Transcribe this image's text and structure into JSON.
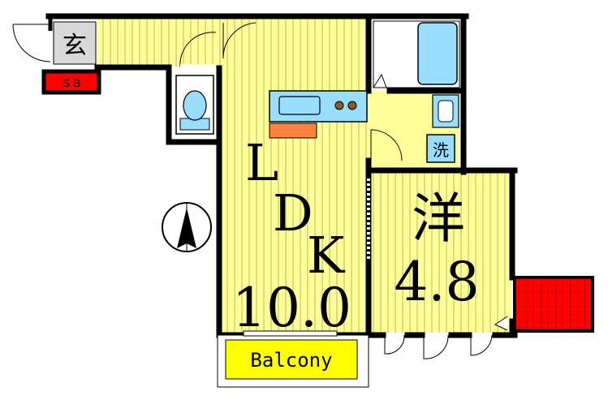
{
  "floorplan": {
    "rooms": {
      "entrance": {
        "label": "玄"
      },
      "shoe_box": {
        "label": "ＳＢ"
      },
      "ldk": {
        "label_line1": "L",
        "label_line2": "D",
        "label_line3": "K",
        "size": "10.0"
      },
      "western_room": {
        "label": "洋",
        "size": "4.8"
      },
      "laundry": {
        "label": "洗"
      },
      "balcony": {
        "label": "Balcony"
      }
    },
    "colors": {
      "floor": "#ffff99",
      "floor_stripe": "#b8b860",
      "wall": "#000000",
      "fixture": "#99ddff",
      "accent_red": "#ff0000",
      "accent_orange": "#ff8040"
    },
    "icons": [
      "compass-icon",
      "bathtub-icon",
      "toilet-icon",
      "sink-icon",
      "stove-icon",
      "washbasin-icon"
    ]
  }
}
